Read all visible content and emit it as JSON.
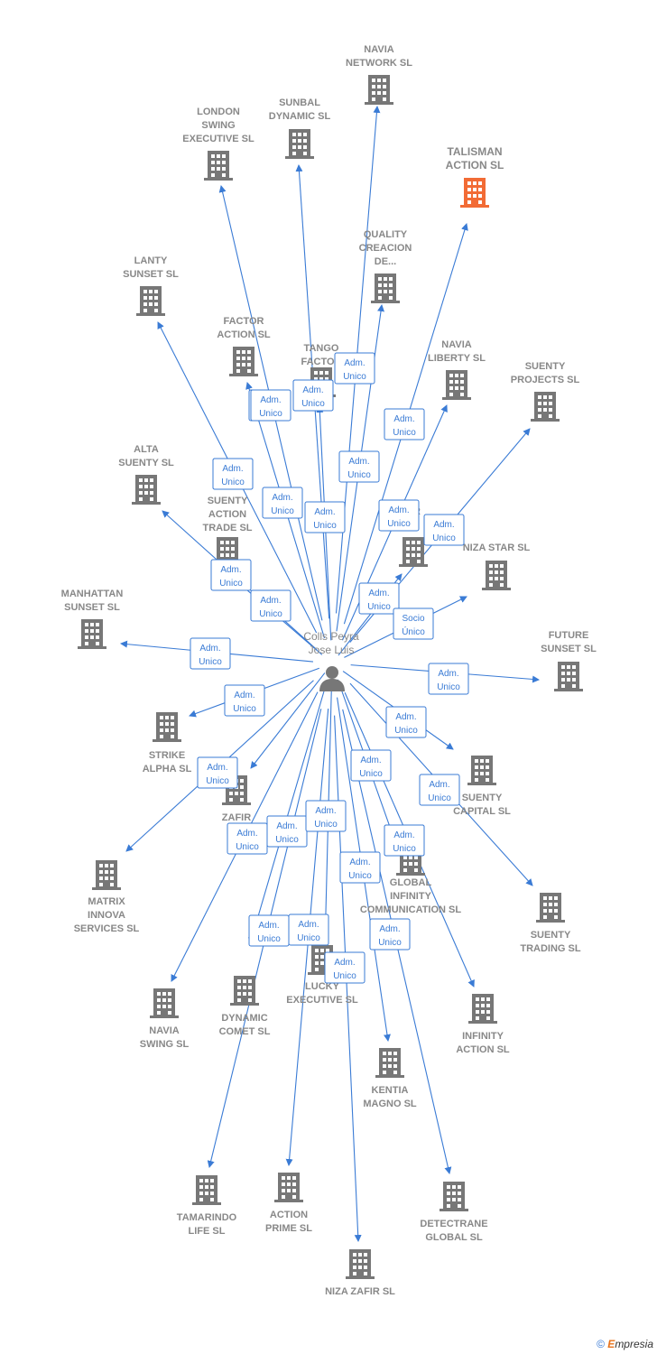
{
  "center": {
    "label_lines": [
      "Colls Peyra",
      "Jose Luis"
    ],
    "icon": "person-icon"
  },
  "colors": {
    "edge": "#3a7bd5",
    "building": "#777777",
    "highlight": "#f26b35",
    "label": "#888888"
  },
  "companies": [
    {
      "id": "navia-network",
      "lines": [
        "NAVIA",
        "NETWORK SL"
      ]
    },
    {
      "id": "sunbal-dynamic",
      "lines": [
        "SUNBAL",
        "DYNAMIC SL"
      ]
    },
    {
      "id": "london-swing",
      "lines": [
        "LONDON",
        "SWING",
        "EXECUTIVE SL"
      ]
    },
    {
      "id": "talisman-action",
      "lines": [
        "TALISMAN",
        "ACTION  SL"
      ],
      "highlight": true
    },
    {
      "id": "quality-creacion",
      "lines": [
        "QUALITY",
        "CREACION",
        "DE..."
      ]
    },
    {
      "id": "lanty-sunset",
      "lines": [
        "LANTY",
        "SUNSET SL"
      ]
    },
    {
      "id": "factor-action",
      "lines": [
        "FACTOR",
        "ACTION SL"
      ]
    },
    {
      "id": "tango-factor",
      "lines": [
        "TANGO",
        "FACTOR"
      ]
    },
    {
      "id": "navia-liberty",
      "lines": [
        "NAVIA",
        "LIBERTY SL"
      ]
    },
    {
      "id": "suenty-projects",
      "lines": [
        "SUENTY",
        "PROJECTS SL"
      ]
    },
    {
      "id": "alta-suenty",
      "lines": [
        "ALTA",
        "SUENTY SL"
      ]
    },
    {
      "id": "suenty-action-trade",
      "lines": [
        "SUENTY",
        "ACTION",
        "TRADE SL"
      ]
    },
    {
      "id": "star-partial",
      "lines": [
        "AR",
        "Y"
      ]
    },
    {
      "id": "niza-star",
      "lines": [
        "NIZA STAR SL"
      ]
    },
    {
      "id": "manhattan-sunset",
      "lines": [
        "MANHATTAN",
        "SUNSET SL"
      ]
    },
    {
      "id": "future-sunset",
      "lines": [
        "FUTURE",
        "SUNSET SL"
      ]
    },
    {
      "id": "strike-alpha",
      "lines": [
        "STRIKE",
        "ALPHA SL"
      ]
    },
    {
      "id": "suenty-capital",
      "lines": [
        "SUENTY",
        "CAPITAL SL"
      ]
    },
    {
      "id": "zafir-lucky",
      "lines": [
        "ZAFIR",
        "LUC"
      ]
    },
    {
      "id": "global-infinity",
      "lines": [
        "GLOBAL",
        "INFINITY",
        "COMMUNICATION SL"
      ]
    },
    {
      "id": "matrix-innova",
      "lines": [
        "MATRIX",
        "INNOVA",
        "SERVICES SL"
      ]
    },
    {
      "id": "suenty-trading",
      "lines": [
        "SUENTY",
        "TRADING SL"
      ]
    },
    {
      "id": "navia-swing",
      "lines": [
        "NAVIA",
        "SWING SL"
      ]
    },
    {
      "id": "dynamic-comet",
      "lines": [
        "DYNAMIC",
        "COMET SL"
      ]
    },
    {
      "id": "lucky-executive",
      "lines": [
        "LUCKY",
        "EXECUTIVE SL"
      ]
    },
    {
      "id": "infinity-action",
      "lines": [
        "INFINITY",
        "ACTION SL"
      ]
    },
    {
      "id": "kentia-magno",
      "lines": [
        "KENTIA",
        "MAGNO SL"
      ]
    },
    {
      "id": "tamarindo-life",
      "lines": [
        "TAMARINDO",
        "LIFE SL"
      ]
    },
    {
      "id": "action-prime",
      "lines": [
        "ACTION",
        "PRIME SL"
      ]
    },
    {
      "id": "detectrane-global",
      "lines": [
        "DETECTRANE",
        "GLOBAL  SL"
      ]
    },
    {
      "id": "niza-zafir",
      "lines": [
        "NIZA ZAFIR SL"
      ]
    }
  ],
  "relations": [
    {
      "target": "navia-network",
      "lines": [
        "Adm.",
        "Unico"
      ]
    },
    {
      "target": "sunbal-dynamic",
      "lines": [
        "Adm.",
        "Unico"
      ]
    },
    {
      "target": "london-swing",
      "lines": [
        "Adm.",
        "Unico"
      ]
    },
    {
      "target": "talisman-action",
      "lines": [
        "Adm.",
        "Unico"
      ]
    },
    {
      "target": "quality-creacion",
      "lines": [
        "Adm.",
        "Unico"
      ]
    },
    {
      "target": "lanty-sunset",
      "lines": [
        "Adm.",
        "Unico"
      ]
    },
    {
      "target": "factor-action",
      "lines": [
        "Adm.",
        "Unico"
      ]
    },
    {
      "target": "tango-factor",
      "lines": [
        "Adm.",
        "Unico"
      ]
    },
    {
      "target": "navia-liberty",
      "lines": [
        "Adm.",
        "Unico"
      ]
    },
    {
      "target": "suenty-projects",
      "lines": [
        "Adm.",
        "Unico"
      ]
    },
    {
      "target": "alta-suenty",
      "lines": [
        "Adm.",
        "Unico"
      ]
    },
    {
      "target": "suenty-action-trade",
      "lines": [
        "Adm.",
        "Unico"
      ]
    },
    {
      "target": "star-partial",
      "lines": [
        "Adm.",
        "Unico"
      ]
    },
    {
      "target": "niza-star",
      "lines": [
        "Socio",
        "Único"
      ]
    },
    {
      "target": "manhattan-sunset",
      "lines": [
        "Adm.",
        "Unico"
      ]
    },
    {
      "target": "future-sunset",
      "lines": [
        "Adm.",
        "Unico"
      ]
    },
    {
      "target": "strike-alpha",
      "lines": [
        "Adm.",
        "Unico"
      ]
    },
    {
      "target": "suenty-capital",
      "lines": [
        "Adm.",
        "Unico"
      ]
    },
    {
      "target": "zafir-lucky",
      "lines": [
        "Adm.",
        "Unico"
      ]
    },
    {
      "target": "global-infinity",
      "lines": [
        "Adm.",
        "Unico"
      ]
    },
    {
      "target": "matrix-innova",
      "lines": [
        "Adm.",
        "Unico"
      ]
    },
    {
      "target": "suenty-trading",
      "lines": [
        "Adm.",
        "Unico"
      ]
    },
    {
      "target": "navia-swing",
      "lines": [
        "Adm.",
        "Unico"
      ]
    },
    {
      "target": "dynamic-comet",
      "lines": [
        "Adm.",
        "Unico"
      ]
    },
    {
      "target": "lucky-executive",
      "lines": [
        "Adm.",
        "Unico"
      ]
    },
    {
      "target": "infinity-action",
      "lines": [
        "Adm.",
        "Unico"
      ]
    },
    {
      "target": "kentia-magno",
      "lines": [
        "Adm.",
        "Unico"
      ]
    },
    {
      "target": "tamarindo-life",
      "lines": [
        "Adm.",
        "Unico"
      ]
    },
    {
      "target": "action-prime",
      "lines": [
        "Adm.",
        "Unico"
      ]
    },
    {
      "target": "detectrane-global",
      "lines": [
        "Adm.",
        "Unico"
      ]
    },
    {
      "target": "niza-zafir",
      "lines": [
        "Adm.",
        "Unico"
      ]
    },
    {
      "target": "suenty-action-trade",
      "lines": [
        "Adm.",
        "Unico"
      ]
    },
    {
      "target": "factor-action",
      "lines": [
        "Adm.",
        "Unico"
      ]
    },
    {
      "target": "lanty-sunset",
      "lines": [
        "Adm.",
        "Unico"
      ]
    },
    {
      "target": "global-infinity",
      "lines": [
        "Adm.",
        "Unico"
      ]
    }
  ],
  "footer": {
    "copyright": "©",
    "brand_initial": "E",
    "brand_rest": "mpresia"
  }
}
